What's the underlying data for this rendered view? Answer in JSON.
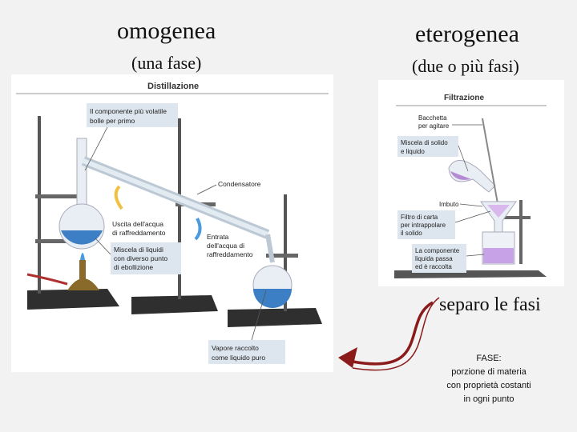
{
  "headings": {
    "omogenea": "omogenea",
    "una_fase": "(una fase)",
    "eterogenea": "eterogenea",
    "due_fasi": "(due o più fasi)"
  },
  "distillazione": {
    "title": "Distillazione",
    "callout_volatile": [
      "Il componente più volatile",
      "bolle per primo"
    ],
    "condensatore": "Condensatore",
    "uscita": [
      "Uscita dell'acqua",
      "di raffreddamento"
    ],
    "entrata": [
      "Entrata",
      "dell'acqua di",
      "raffreddamento"
    ],
    "miscela": [
      "Miscela di liquidi",
      "con diverso punto",
      "di ebollizione"
    ],
    "vapore": [
      "Vapore raccolto",
      "come liquido puro"
    ]
  },
  "filtrazione": {
    "title": "Filtrazione",
    "bacchetta": [
      "Bacchetta",
      "per agitare"
    ],
    "miscela": [
      "Miscela di solido",
      "e liquido"
    ],
    "imbuto": "Imbuto",
    "filtro": [
      "Filtro di carta",
      "per intrappolare",
      "il solido"
    ],
    "componente": [
      "La componente",
      "liquida passa",
      "ed è raccolta"
    ]
  },
  "separo": "separo le fasi",
  "fase_note": [
    "FASE:",
    "porzione di materia",
    "con proprietà costanti",
    "in ogni punto"
  ],
  "colors": {
    "arrow": "#8b1a1a",
    "callout_fill": "#dde6ee",
    "liquid_blue": "#3d7fc4",
    "liquid_purple": "#b58ad4",
    "base": "#3b3b3b"
  }
}
